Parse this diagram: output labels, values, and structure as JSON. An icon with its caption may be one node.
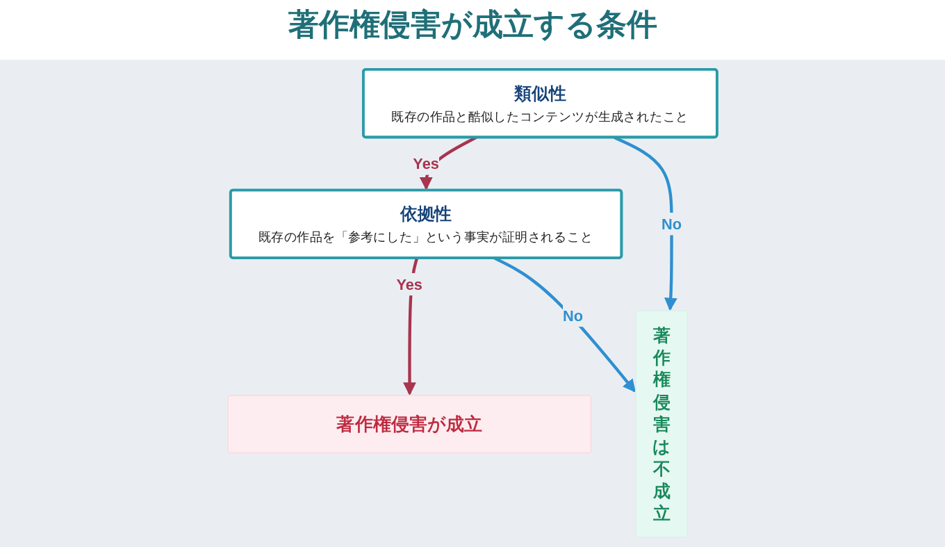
{
  "diagram": {
    "title": "著作権侵害が成立する条件",
    "nodes": [
      {
        "text": [
          "類似性",
          "既存の作品と酷似したコンテンツが生成されたこと"
        ]
      },
      {
        "text": [
          "依拠性",
          "既存の作品を「参考にした」という事実が証明されること"
        ]
      },
      {
        "text": [
          "著作権侵害が成立"
        ]
      },
      {
        "text": [
          "著作権侵害は不成立"
        ]
      }
    ],
    "edges": [
      {
        "from": 0,
        "to": 1,
        "arrow": "to",
        "label": "Yes",
        "color": "#a8344f"
      },
      {
        "from": 1,
        "to": 2,
        "arrow": "to",
        "label": "Yes",
        "color": "#a8344f"
      },
      {
        "from": 0,
        "to": 3,
        "arrow": "to",
        "label": "No",
        "color": "#2f8fd0"
      },
      {
        "from": 1,
        "to": 3,
        "arrow": "to",
        "label": "No",
        "color": "#2f8fd0"
      }
    ]
  }
}
